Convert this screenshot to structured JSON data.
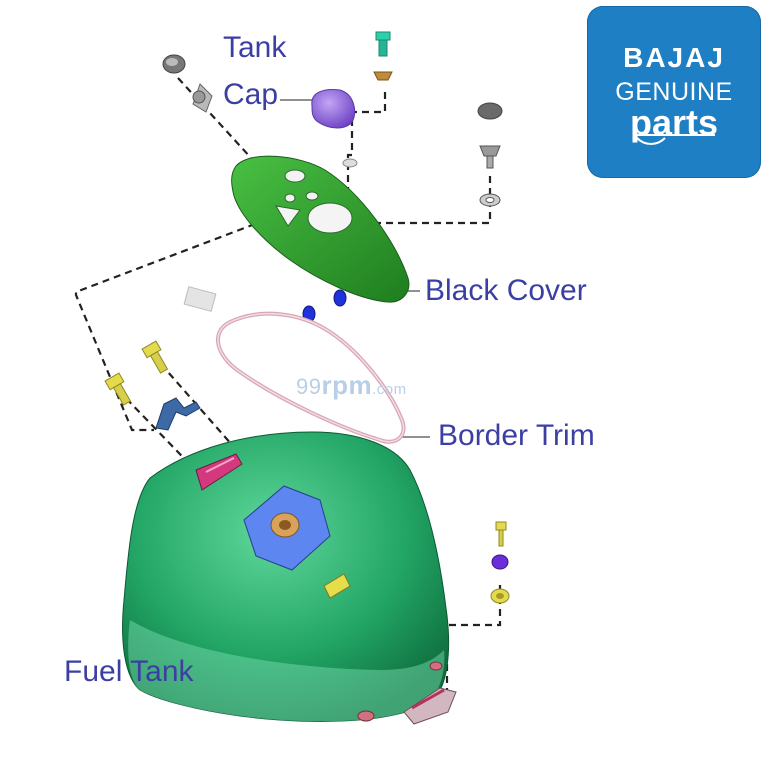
{
  "labels": {
    "tank_cap_line1": "Tank",
    "tank_cap_line2": "Cap",
    "black_cover": "Black Cover",
    "border_trim": "Border Trim",
    "fuel_tank": "Fuel Tank"
  },
  "logo": {
    "brand": "BAJAJ",
    "line2": "GENUINE",
    "line3": "parts",
    "background": "#1f7fc4"
  },
  "watermark": {
    "digits": "99",
    "name": "rpm",
    "suffix": ".com"
  },
  "colors": {
    "label_text": "#3b3fa4",
    "tank_green": "#1f9e5e",
    "cover_green": "#2c9a2a",
    "cap_purple": "#8a5fd6",
    "bolt_yellow": "#d7cf4a",
    "leader_line": "#222222"
  }
}
